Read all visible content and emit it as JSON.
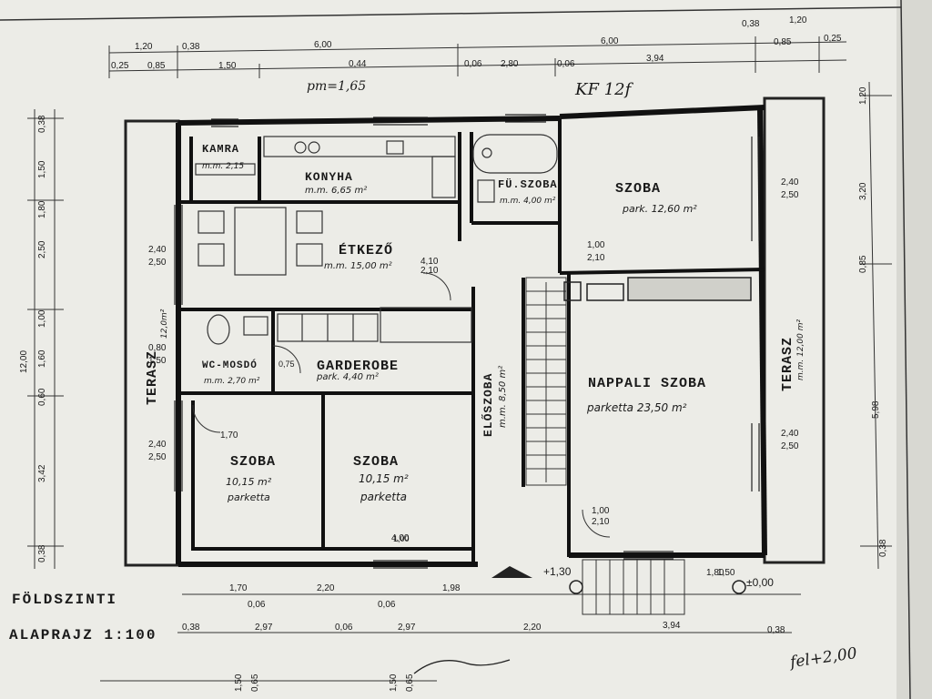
{
  "title": {
    "line1": "FÖLDSZINTI",
    "line2": "ALAPRAJZ 1:100"
  },
  "rooms": {
    "kamra": {
      "name": "KAMRA",
      "area": "m.m. 2,15"
    },
    "konyha": {
      "name": "KONYHA",
      "area": "m.m. 6,65 m²"
    },
    "furdo": {
      "name": "FÜ.SZOBA",
      "area": "m.m. 4,00 m²"
    },
    "szoba_ne": {
      "name": "SZOBA",
      "area": "park. 12,60 m²"
    },
    "etkezo": {
      "name": "ÉTKEZŐ",
      "area": "m.m. 15,00 m²"
    },
    "wc": {
      "name": "WC-MOSDÓ",
      "area": "m.m. 2,70 m²"
    },
    "garderobe": {
      "name": "GARDEROBE",
      "area": "park. 4,40 m²"
    },
    "eloszoba": {
      "name": "ELŐSZOBA",
      "area": "m.m. 8,50 m²"
    },
    "nappali": {
      "name": "NAPPALI SZOBA",
      "area": "parketta  23,50 m²"
    },
    "szoba_sw": {
      "name": "SZOBA",
      "area": "10,15 m²",
      "floor": "parketta"
    },
    "szoba_s": {
      "name": "SZOBA",
      "area": "10,15 m²",
      "floor": "parketta"
    },
    "terasz_w": {
      "name": "TERASZ",
      "area": "12,0m²"
    },
    "terasz_e": {
      "name": "TERASZ",
      "area": "m.m. 12,00 m²"
    }
  },
  "handnotes": {
    "pm": "pm=1,65",
    "kf": "KF 12f",
    "fel": "fel+2,00"
  },
  "levels": {
    "entry": "+1,30",
    "ground": "±0,00"
  },
  "dims_top": {
    "r1": [
      "1,20",
      "0,38",
      "6,00",
      "6,00",
      "0,38",
      "1,20"
    ],
    "r2": [
      "0,25",
      "0,85",
      "1,50",
      "0,44",
      "0,06",
      "2,80",
      "0,06",
      "3,94",
      "0,85",
      "0,25"
    ]
  },
  "dims_inner": [
    "2,40",
    "2,50",
    "1,00",
    "2,10",
    "2,40",
    "2,50",
    "0,80",
    "1,50",
    "0,75",
    "2,40",
    "2,50",
    "4,10",
    "2,10",
    "1,70",
    "1,00",
    "2,40",
    "2,50",
    "1,80",
    "1,50",
    "1,00",
    "2,10",
    "4,00"
  ],
  "dims_bottom": {
    "r1": [
      "1,70",
      "0,06",
      "2,20",
      "0,06",
      "1,98"
    ],
    "r2": [
      "0,38",
      "2,97",
      "0,06",
      "2,97",
      "2,20",
      "3,94",
      "0,38"
    ],
    "r3": [
      "1,50",
      "0,65",
      "1,50",
      "0,65"
    ]
  },
  "dims_left": [
    "0,38",
    "1,50",
    "2,50",
    "1,60",
    "0,60",
    "1,00",
    "1,80",
    "3,42",
    "0,38",
    "12,00"
  ],
  "dims_right": [
    "1,20",
    "3,20",
    "0,85",
    "5,98",
    "0,38"
  ]
}
